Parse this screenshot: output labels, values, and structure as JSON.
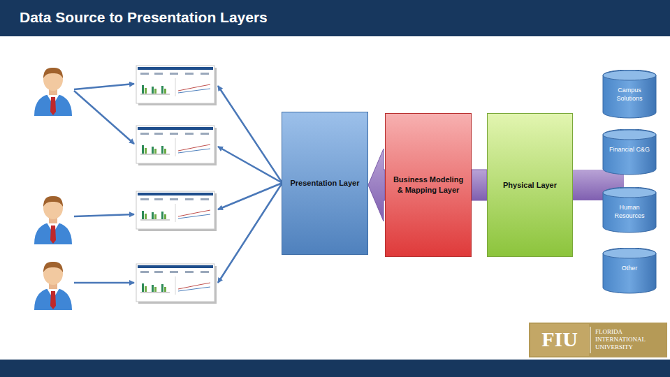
{
  "diagram": {
    "title": "Data Source to Presentation Layers",
    "nodes": [
      {
        "text": [
          "Presentation Layer"
        ]
      },
      {
        "text": [
          "Business Modeling & Mapping Layer"
        ]
      },
      {
        "text": [
          "Physical Layer"
        ]
      },
      {
        "text": [
          "Campus Solutions"
        ]
      },
      {
        "text": [
          "Financial C&G"
        ]
      },
      {
        "text": [
          "Human Resources"
        ]
      },
      {
        "text": [
          "Other"
        ]
      }
    ],
    "edges": [
      {
        "from": 2,
        "to": 1,
        "arrow": "none"
      },
      {
        "from": 1,
        "to": 0,
        "arrow": "to"
      }
    ],
    "labels": [
      "FIU",
      "FLORIDA INTERNATIONAL UNIVERSITY"
    ]
  }
}
